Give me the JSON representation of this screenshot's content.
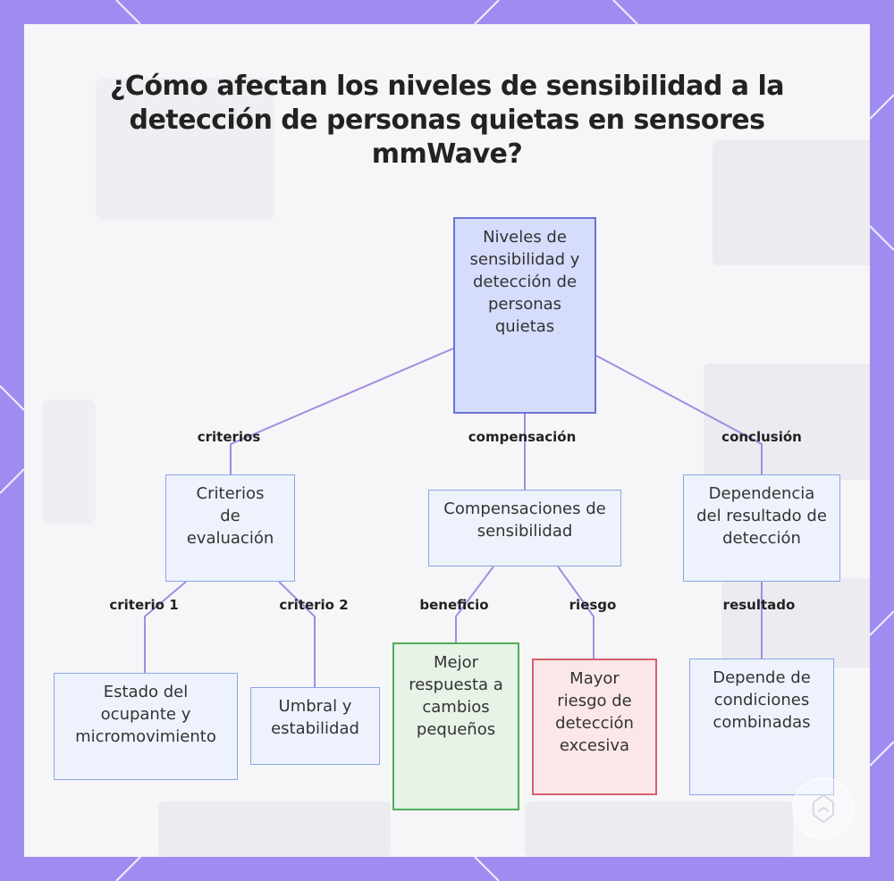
{
  "title": "¿Cómo afectan los niveles de sensibilidad a la detección de personas quietas en sensores mmWave?",
  "nodes": {
    "root": "Niveles de sensibilidad y detección de personas quietas",
    "criterios": "Criterios de evaluación",
    "compensaciones": "Compensaciones de sensibilidad",
    "dependencia": "Dependencia del resultado de detección",
    "estado": "Estado del ocupante y micromovimiento",
    "umbral": "Umbral y estabilidad",
    "mejor": "Mejor respuesta a cambios pequeños",
    "mayor": "Mayor riesgo de detección excesiva",
    "depende": "Depende de condiciones combinadas"
  },
  "edge_labels": {
    "criterios": "criterios",
    "compensacion": "compensación",
    "conclusion": "conclusión",
    "criterio1": "criterio 1",
    "criterio2": "criterio 2",
    "beneficio": "beneficio",
    "riesgo": "riesgo",
    "resultado": "resultado"
  },
  "colors": {
    "frame": "#a08cf0",
    "edge": "#a58be0",
    "root_fill": "#d6dcfb",
    "positive_border": "#4fae5b",
    "negative_border": "#d6606a"
  }
}
